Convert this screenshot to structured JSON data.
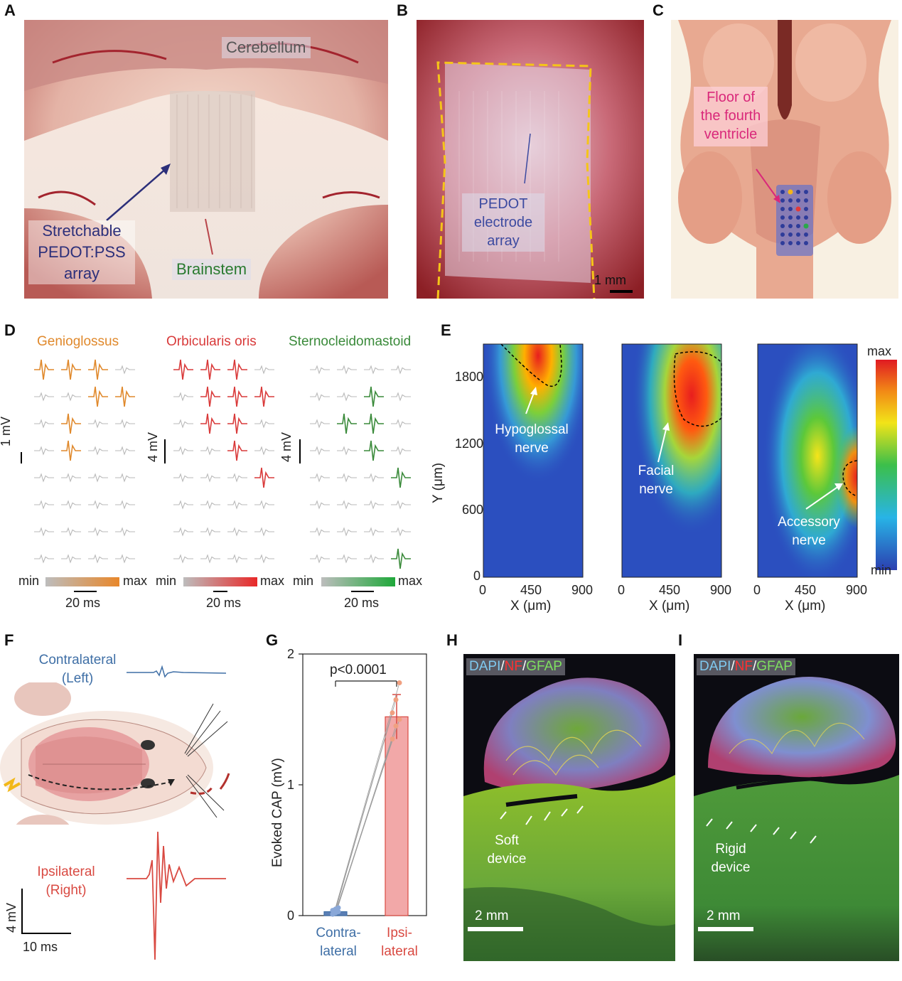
{
  "panels": {
    "A": {
      "label": "A",
      "cerebellum": "Cerebellum",
      "array": [
        "Stretchable",
        "PEDOT:PSS",
        "array"
      ],
      "brainstem": "Brainstem"
    },
    "B": {
      "label": "B",
      "pedot": [
        "PEDOT",
        "electrode",
        "array"
      ],
      "scale": "1 mm"
    },
    "C": {
      "label": "C",
      "floor": [
        "Floor of",
        "the fourth",
        "ventricle"
      ]
    },
    "D": {
      "label": "D",
      "muscles": [
        {
          "name": "Genioglossus",
          "color": "#e0892c",
          "scale": "1 mV"
        },
        {
          "name": "Orbicularis oris",
          "color": "#d93a3a",
          "scale": "4 mV"
        },
        {
          "name": "Sternocleidomastoid",
          "color": "#3a8a3a",
          "scale": "4 mV"
        }
      ],
      "colorbar_min": "min",
      "colorbar_max": "max",
      "time_scale": "20 ms"
    },
    "E": {
      "label": "E",
      "ylabel": "Y (μm)",
      "xlabel": "X (μm)",
      "yticks": [
        "1800",
        "1200",
        "600",
        "0"
      ],
      "xticks": [
        "0",
        "450",
        "900"
      ],
      "maps": [
        {
          "annotation": [
            "Hypoglossal",
            "nerve"
          ]
        },
        {
          "annotation": [
            "Facial",
            "nerve"
          ]
        },
        {
          "annotation": [
            "Accessory",
            "nerve"
          ]
        }
      ],
      "colorbar_max": "max",
      "colorbar_min": "min"
    },
    "F": {
      "label": "F",
      "contralateral": [
        "Contralateral",
        "(Left)"
      ],
      "ipsilateral": [
        "Ipsilateral",
        "(Right)"
      ],
      "scale_v": "4 mV",
      "scale_t": "10 ms"
    },
    "G": {
      "label": "G",
      "ylabel": "Evoked CAP (mV)",
      "pvalue": "p<0.0001",
      "categories": [
        [
          "Contra-",
          "lateral"
        ],
        [
          "Ipsi-",
          "lateral"
        ]
      ]
    },
    "H": {
      "label": "H",
      "stain": [
        "DAPI",
        "/",
        "NF",
        "/",
        "GFAP"
      ],
      "device": [
        "Soft",
        "device"
      ],
      "scale": "2 mm"
    },
    "I": {
      "label": "I",
      "stain": [
        "DAPI",
        "/",
        "NF",
        "/",
        "GFAP"
      ],
      "device": [
        "Rigid",
        "device"
      ],
      "scale": "2 mm"
    }
  },
  "chart_data": {
    "type": "bar",
    "categories": [
      "Contra-lateral",
      "Ipsi-lateral"
    ],
    "values": [
      0.03,
      1.52
    ],
    "errors": [
      0.02,
      0.17
    ],
    "points": [
      [
        0.01,
        0.02,
        0.03,
        0.04,
        0.05,
        0.06
      ],
      [
        1.35,
        1.45,
        1.5,
        1.55,
        1.65,
        1.78
      ]
    ],
    "ylabel": "Evoked CAP (mV)",
    "ylim": [
      0,
      2
    ],
    "yticks": [
      0,
      1,
      2
    ],
    "annotation": "p<0.0001",
    "colors": [
      "#5b7fb5",
      "#f2a8a8"
    ]
  }
}
